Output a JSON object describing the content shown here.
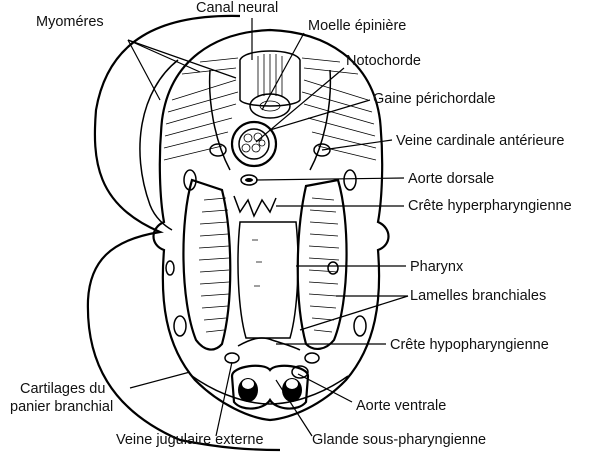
{
  "labels": {
    "myomeres": "Myoméres",
    "canal_neural": "Canal neural",
    "moelle": "Moelle épinière",
    "notochorde": "Notochorde",
    "gaine": "Gaine périchordale",
    "veine_cardinale": "Veine cardinale antérieure",
    "aorte_dorsale": "Aorte dorsale",
    "crete_hyper": "Crête hyperpharyngienne",
    "pharynx": "Pharynx",
    "lamelles": "Lamelles branchiales",
    "crete_hypo": "Crête hypopharyngienne",
    "cartilages_1": "Cartilages du",
    "cartilages_2": "panier branchial",
    "aorte_ventrale": "Aorte ventrale",
    "veine_jugulaire": "Veine jugulaire externe",
    "glande": "Glande sous-pharyngienne"
  }
}
